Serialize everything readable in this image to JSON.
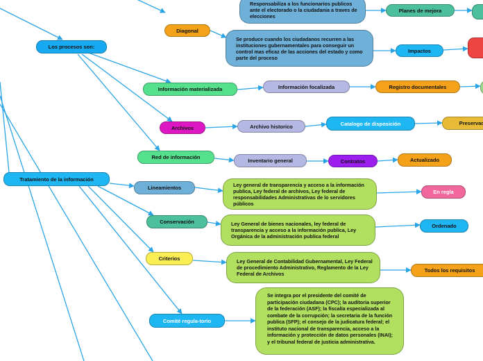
{
  "canvas": {
    "background": "#ffffff",
    "edge_color": "#2aa4e6"
  },
  "nodes": {
    "los_procesos": "Los procesos son:",
    "diagonal": "Diagonal",
    "responsabiliza": "Responsabiliza a los funcionarios publicos ante el electorado o la ciudadania a traves de elecciones",
    "planes_mejora": "Planes de mejora",
    "se_produce": "Se produce cuando los ciudadanos recurren a las instituciones gubernamentales para conseguir un control mas eficaz de las acciones del estado y como parte del proceso",
    "impactos": "Impactos",
    "info_materializada": "Información materializada",
    "info_focalizada": "Información focalizada",
    "registro_documentales": "Registro documentales",
    "archivos": "Archivos",
    "archivo_historico": "Archivo historico",
    "catalogo_disposicion": "Catalogo de disposición",
    "preservado": "Preservado",
    "red_informacion": "Red de información",
    "inventario_general": "Inventario general",
    "contratos": "Contratos",
    "actualizado": "Actualizado",
    "tratamiento": "Tratamiento de la información",
    "lineamientos": "Lineamientos",
    "ley_general_transparencia": "Ley general de transparencia y acceso a la información publica, Ley federal de archivos, Ley federal de responsabilidades Administrativas de lo servidores públicos",
    "en_regla": "En regla",
    "conservacion": "Conservación",
    "ley_bienes_nacionales": "Ley General de bienes nacionales, ley federal de transparencia y acceso a la información publica, Ley Orgánica de la administración publica federal",
    "ordenado": "Ordenado",
    "criterios": "Criterios",
    "ley_contabilidad": "Ley General de Contabilidad Gubernamental, Ley Federal de procedimiento Administrativo, Reglamento de la Ley Federal de Archivos",
    "todos_requisitos": "Todos los requisitos",
    "comite_regulatorio": "Comité regula-torio",
    "se_integra": "Se integra por el presidente del comité de participación ciudadana (CPC); la auditoria superior de la federación  (ASF); la fiscalía especializada al combate de la corrupción; la secretaria de la función publica (SFP); el consejo de la judicatura federal; el instituto nacional de transparencia, acceso a la información y protección de datos personales (INAI); y el tribunal federal de justicia administrativa."
  }
}
